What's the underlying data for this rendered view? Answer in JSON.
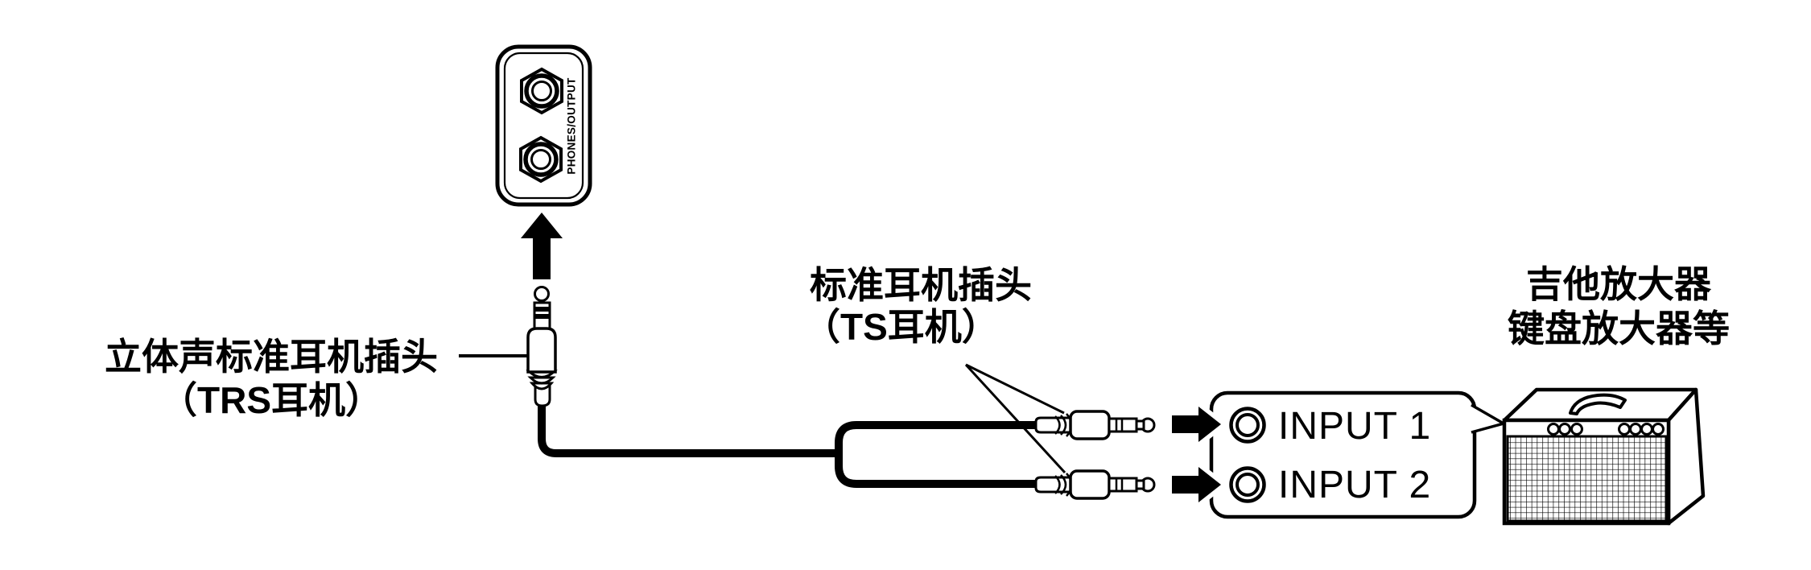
{
  "diagram": {
    "colors": {
      "ink": "#000000",
      "paper": "#ffffff"
    },
    "device_panel": {
      "label": "PHONES/OUTPUT"
    },
    "stereo_plug_label": {
      "line1": "立体声标准耳机插头",
      "line2": "（TRS耳机）"
    },
    "mono_plug_label": {
      "line1": "标准耳机插头",
      "line2": "（TS耳机）"
    },
    "amplifier_label": {
      "line1": "吉他放大器",
      "line2": "键盘放大器等"
    },
    "amp_inputs": {
      "input_1": "INPUT 1",
      "input_2": "INPUT 2"
    }
  }
}
